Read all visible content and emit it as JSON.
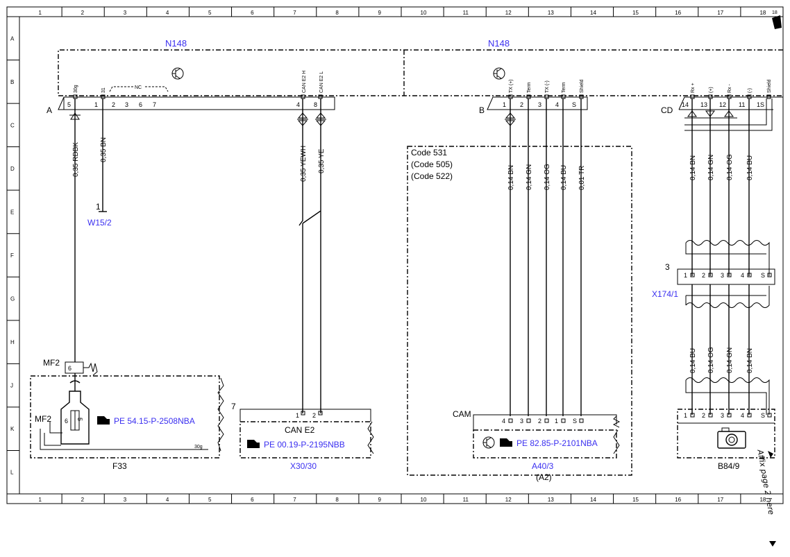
{
  "grid": {
    "columns": [
      "1",
      "2",
      "3",
      "4",
      "5",
      "6",
      "7",
      "8",
      "9",
      "10",
      "11",
      "12",
      "13",
      "14",
      "15",
      "16",
      "17",
      "18"
    ],
    "rows": [
      "A",
      "B",
      "C",
      "D",
      "E",
      "F",
      "G",
      "H",
      "J",
      "K",
      "L"
    ]
  },
  "modules": {
    "n148_left": "N148",
    "n148_right": "N148",
    "connector_a": "A",
    "connector_b": "B",
    "connector_cd": "CD"
  },
  "connector_a_pins": {
    "labels": [
      "30g",
      "31",
      "NC",
      "CAN E2 H",
      "CAN E2 L"
    ],
    "numbers": [
      "5",
      "1",
      "2",
      "3",
      "6",
      "7",
      "4",
      "8"
    ]
  },
  "connector_b_pins": {
    "labels": [
      "TX (+)",
      "Term",
      "TX (-)",
      "Term",
      "Shield"
    ],
    "numbers": [
      "1",
      "2",
      "3",
      "4",
      "S"
    ]
  },
  "connector_cd_pins": {
    "labels": [
      "Rx +",
      "(+)",
      "Rx -",
      "(-)",
      "Shield"
    ],
    "numbers": [
      "14",
      "13",
      "12",
      "11",
      "1S"
    ]
  },
  "wires": {
    "a5": "0,35 RDBK",
    "a1": "0,35 BN",
    "a4": "0,35 YEWH",
    "a8": "0,35 YE",
    "b1": "0,14 BN",
    "b2": "0,14 GN",
    "b3": "0,14 OG",
    "b4": "0,14 BU",
    "bs": "0,01 TR",
    "cd14": "0,14 BN",
    "cd13": "0,14 GN",
    "cd12": "0,14 OG",
    "cd11": "0,14 BU",
    "x1": "0,14 BU",
    "x2": "0,14 OG",
    "x3": "0,14 GN",
    "x4": "0,14 BN"
  },
  "components": {
    "w15_pin": "1",
    "w15_name": "W15/2",
    "mf2_top": "MF2",
    "mf2_pin": "6",
    "mf2_left": "MF2",
    "fuse_pin": "6",
    "fuse_value": "5",
    "f33_ref": "PE 54.15-P-2508NBA",
    "f33_pin": "30g",
    "f33_name": "F33",
    "x30_index": "7",
    "x30_title": "CAN E2",
    "x30_pin1": "1",
    "x30_pin2": "2",
    "x30_ref": "PE 00.19-P-2195NBB",
    "x30_name": "X30/30",
    "code1": "Code 531",
    "code2": "(Code 505)",
    "code3": "(Code 522)",
    "cam_label": "CAM",
    "cam_pins": [
      "4",
      "3",
      "2",
      "1",
      "S"
    ],
    "a40_ref": "PE 82.85-P-2101NBA",
    "a40_name": "A40/3",
    "a40_sub": "(A2)",
    "x174_index": "3",
    "x174_pins": [
      "1",
      "2",
      "3",
      "4",
      "S"
    ],
    "x174_name": "X174/1",
    "b84_pins": [
      "1",
      "2",
      "3",
      "4",
      "S"
    ],
    "b84_name": "B84/9"
  },
  "notes": {
    "page_number": "18",
    "affix_note": "Affix page 2 here"
  },
  "colors": {
    "line": "#000000",
    "reference_text": "#3a2ff0"
  }
}
